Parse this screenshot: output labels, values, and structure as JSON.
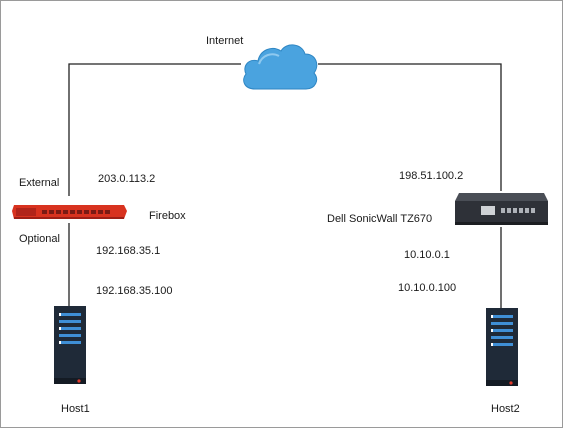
{
  "cloud": {
    "label": "Internet",
    "color": "#4aa3df"
  },
  "firebox": {
    "name": "Firebox",
    "external_label": "External",
    "optional_label": "Optional",
    "external_ip": "203.0.113.2",
    "optional_ip": "192.168.35.1",
    "color": "#d8321f"
  },
  "sonicwall": {
    "name": "Dell SonicWall TZ670",
    "wan_ip": "198.51.100.2",
    "lan_ip": "10.10.0.1",
    "color": "#2e3138"
  },
  "host1": {
    "name": "Host1",
    "ip": "192.168.35.100"
  },
  "host2": {
    "name": "Host2",
    "ip": "10.10.0.100"
  },
  "server_color": "#1f2a38",
  "server_accent": "#3f8fd6"
}
